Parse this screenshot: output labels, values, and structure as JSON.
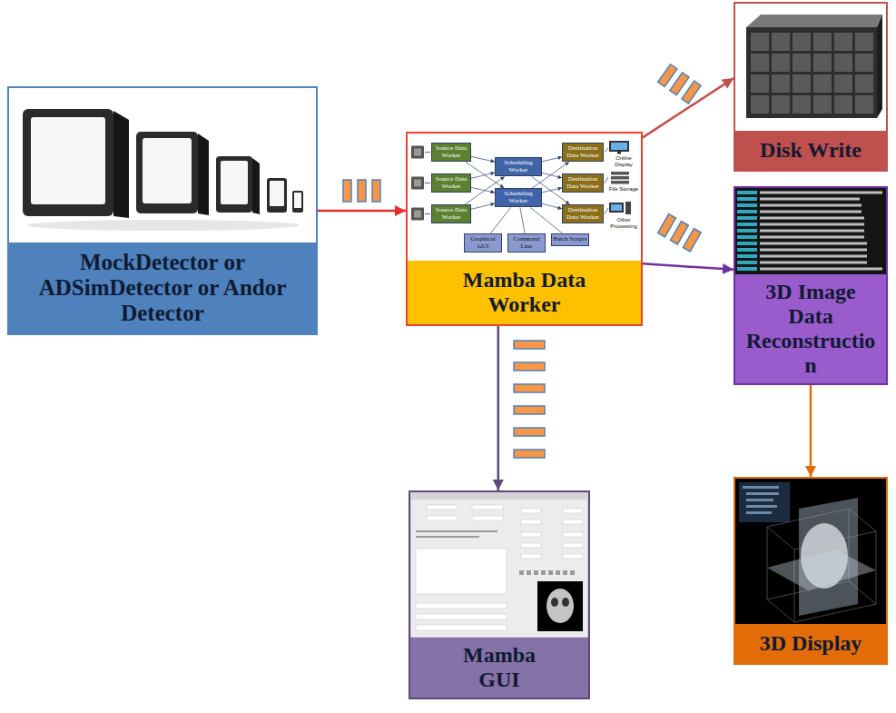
{
  "diagram": {
    "nodes": [
      {
        "text": [
          "MockDetector or ADSimDetector or Andor Detector"
        ]
      },
      {
        "text": [
          "Mamba Data Worker"
        ]
      },
      {
        "text": [
          "Source Data Worker"
        ],
        "in": 1
      },
      {
        "text": [
          "Source Data Worker"
        ],
        "in": 1
      },
      {
        "text": [
          "Source Data Worker"
        ],
        "in": 1
      },
      {
        "text": [
          "Scheduling Worker"
        ],
        "in": 1
      },
      {
        "text": [
          "Scheduling Worker"
        ],
        "in": 1
      },
      {
        "text": [
          "Destination Data Worker"
        ],
        "in": 1
      },
      {
        "text": [
          "Destination Data Worker"
        ],
        "in": 1
      },
      {
        "text": [
          "Destination Data Worker"
        ],
        "in": 1
      },
      {
        "text": [
          "Graphical GUI"
        ],
        "in": 1
      },
      {
        "text": [
          "Command Line"
        ],
        "in": 1
      },
      {
        "text": [
          "Batch Scripts"
        ],
        "in": 1
      },
      {
        "text": [
          "Disk Write"
        ]
      },
      {
        "text": [
          "3D Image Data Reconstruction"
        ]
      },
      {
        "text": [
          "Mamba GUI"
        ]
      },
      {
        "text": [
          "3D Display"
        ]
      }
    ],
    "edges": [
      {
        "from": 0,
        "to": 1,
        "arrow": "to"
      },
      {
        "from": 1,
        "to": 13,
        "arrow": "to"
      },
      {
        "from": 1,
        "to": 14,
        "arrow": "to"
      },
      {
        "from": 1,
        "to": 15,
        "arrow": "to"
      },
      {
        "from": 14,
        "to": 16,
        "arrow": "to"
      },
      {
        "from": 2,
        "to": 5,
        "arrow": "to"
      },
      {
        "from": 2,
        "to": 6,
        "arrow": "to"
      },
      {
        "from": 3,
        "to": 5,
        "arrow": "to"
      },
      {
        "from": 3,
        "to": 6,
        "arrow": "to"
      },
      {
        "from": 4,
        "to": 5,
        "arrow": "to"
      },
      {
        "from": 4,
        "to": 6,
        "arrow": "to"
      },
      {
        "from": 5,
        "to": 7,
        "arrow": "to"
      },
      {
        "from": 5,
        "to": 8,
        "arrow": "to"
      },
      {
        "from": 5,
        "to": 9,
        "arrow": "to"
      },
      {
        "from": 6,
        "to": 7,
        "arrow": "to"
      },
      {
        "from": 6,
        "to": 8,
        "arrow": "to"
      },
      {
        "from": 6,
        "to": 9,
        "arrow": "to"
      },
      {
        "from": 10,
        "to": 6,
        "arrow": "none"
      },
      {
        "from": 11,
        "to": 6,
        "arrow": "none"
      },
      {
        "from": 12,
        "to": 6,
        "arrow": "none"
      }
    ],
    "labels": [
      "Online Display",
      "File Storage",
      "Other Processing"
    ]
  }
}
